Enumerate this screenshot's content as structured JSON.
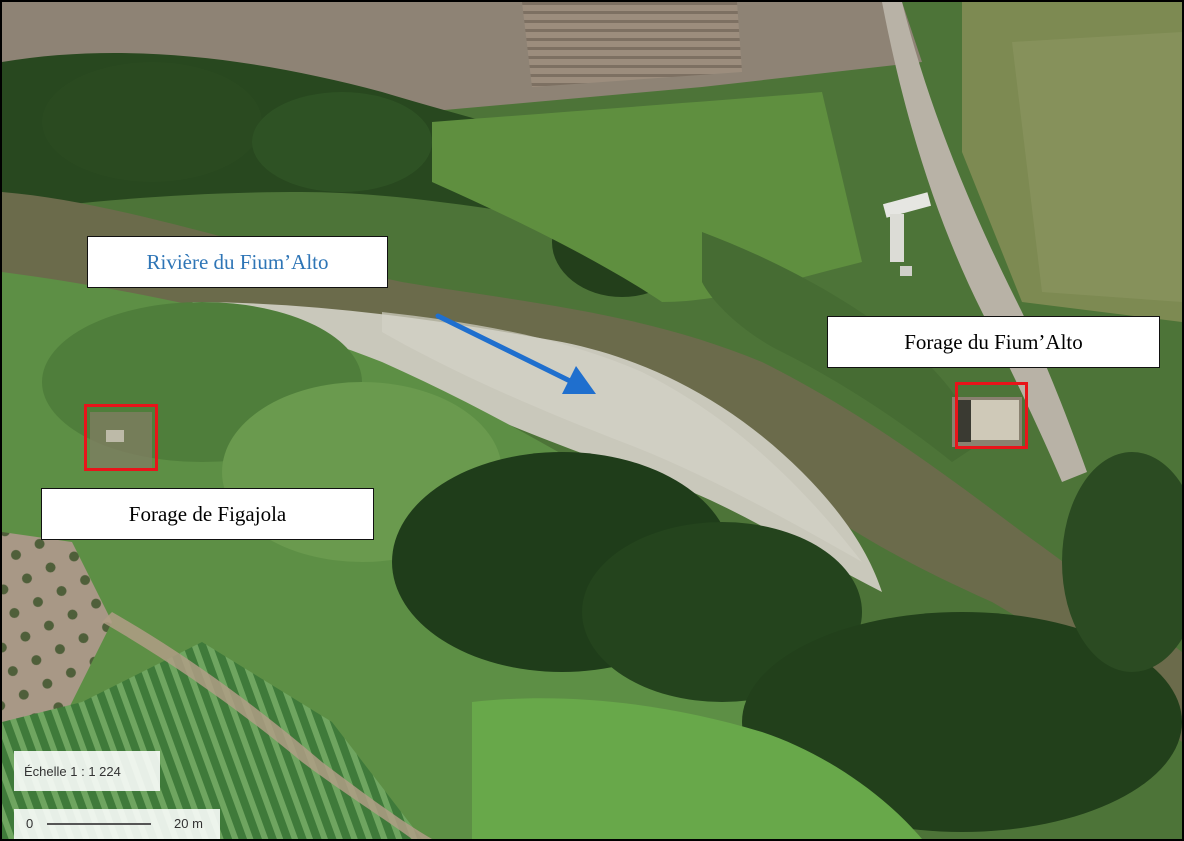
{
  "labels": {
    "river": "Rivière du Fium’Alto",
    "forage_fium_alto": "Forage du Fium’Alto",
    "forage_figajola": "Forage de Figajola"
  },
  "scale": {
    "ratio_text": "Échelle 1 : 1 224",
    "bar_start": "0",
    "bar_end": "20 m"
  },
  "colors": {
    "river_label": "#2e75b6",
    "flow_arrow": "#1f6fce",
    "marker": "#e8141a"
  },
  "icons": {
    "flow_arrow": "arrow-down-right"
  }
}
